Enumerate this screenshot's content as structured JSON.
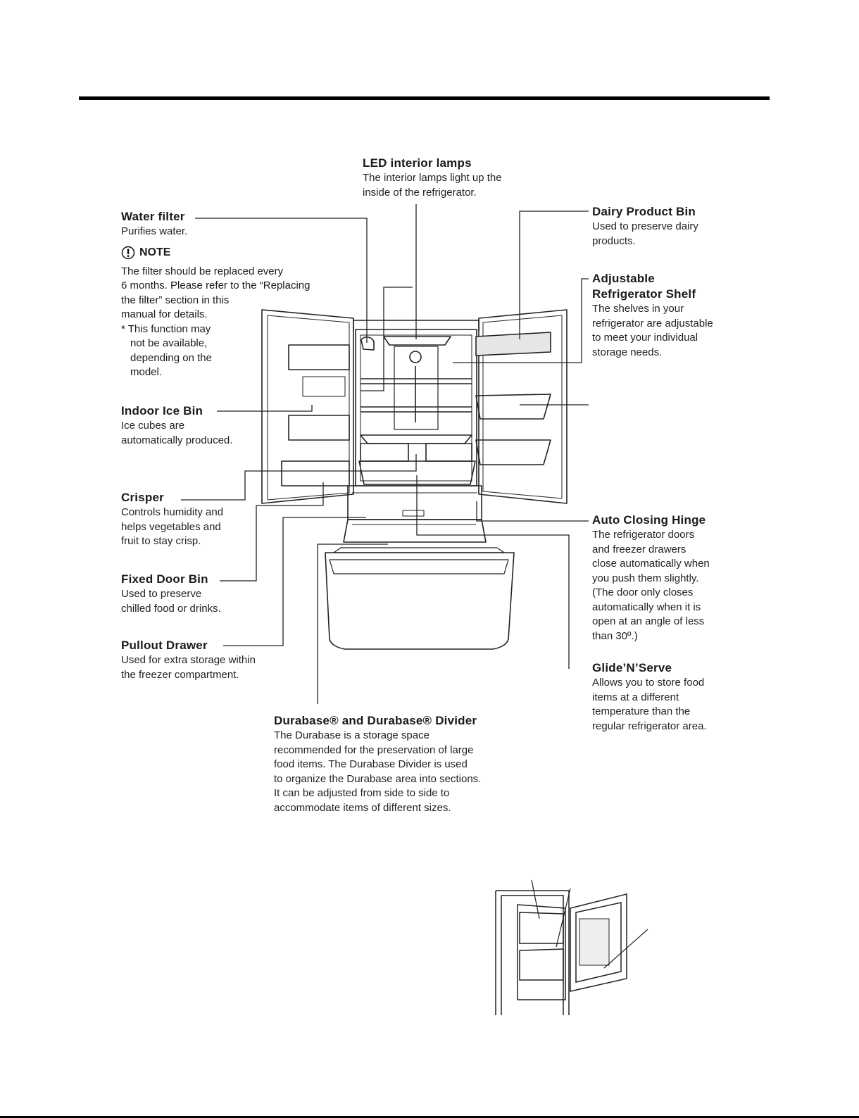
{
  "labels": {
    "water_filter": {
      "title": "Water filter",
      "desc": "Purifies water."
    },
    "note": {
      "heading": "NOTE",
      "body": [
        "The filter should be replaced every",
        "6 months. Please refer to the “Replacing",
        "the filter” section in this",
        "manual for details."
      ],
      "asterisk": [
        "* This function may",
        "not be available,",
        "depending on the",
        "model."
      ]
    },
    "led_lamps": {
      "title": "LED interior lamps",
      "desc": [
        "The interior lamps light up the",
        "inside of the refrigerator."
      ]
    },
    "dairy_bin": {
      "title": "Dairy Product Bin",
      "desc": [
        "Used to preserve dairy",
        "products."
      ]
    },
    "adjustable_shelf": {
      "title": [
        "Adjustable",
        "Refrigerator Shelf"
      ],
      "desc": [
        "The shelves in your",
        "refrigerator are adjustable",
        "to meet your individual",
        "storage needs."
      ]
    },
    "indoor_ice_bin": {
      "title": "Indoor Ice Bin",
      "desc": [
        "Ice cubes are",
        "automatically produced."
      ]
    },
    "crisper": {
      "title": "Crisper",
      "desc": [
        "Controls humidity and",
        "helps vegetables and",
        "fruit to stay crisp."
      ]
    },
    "fixed_door_bin": {
      "title": "Fixed Door Bin",
      "desc": [
        "Used to preserve",
        "chilled food or drinks."
      ]
    },
    "pullout_drawer": {
      "title": "Pullout Drawer",
      "desc": [
        "Used for extra storage within",
        "the freezer compartment."
      ]
    },
    "auto_hinge": {
      "title": "Auto Closing Hinge",
      "desc": [
        "The refrigerator doors",
        "and freezer drawers",
        "close automatically when",
        "you push them slightly.",
        "(The door only closes",
        "automatically when it is",
        "open at an angle of less",
        "than 30º.)"
      ]
    },
    "glide_serve": {
      "title": "Glide’N’Serve",
      "desc": [
        "Allows you to store food",
        "items at a different",
        "temperature than the",
        "regular refrigerator area."
      ]
    },
    "durabase": {
      "title": "Durabase® and Durabase® Divider",
      "desc": [
        "The Durabase is a storage space",
        "recommended for the preservation of large",
        "food items. The Durabase Divider is used",
        "to organize the Durabase area into sections.",
        "It can be adjusted from side to side to",
        "accommodate items of different sizes."
      ]
    }
  },
  "icons": {
    "note": "exclamation-circle-icon"
  }
}
